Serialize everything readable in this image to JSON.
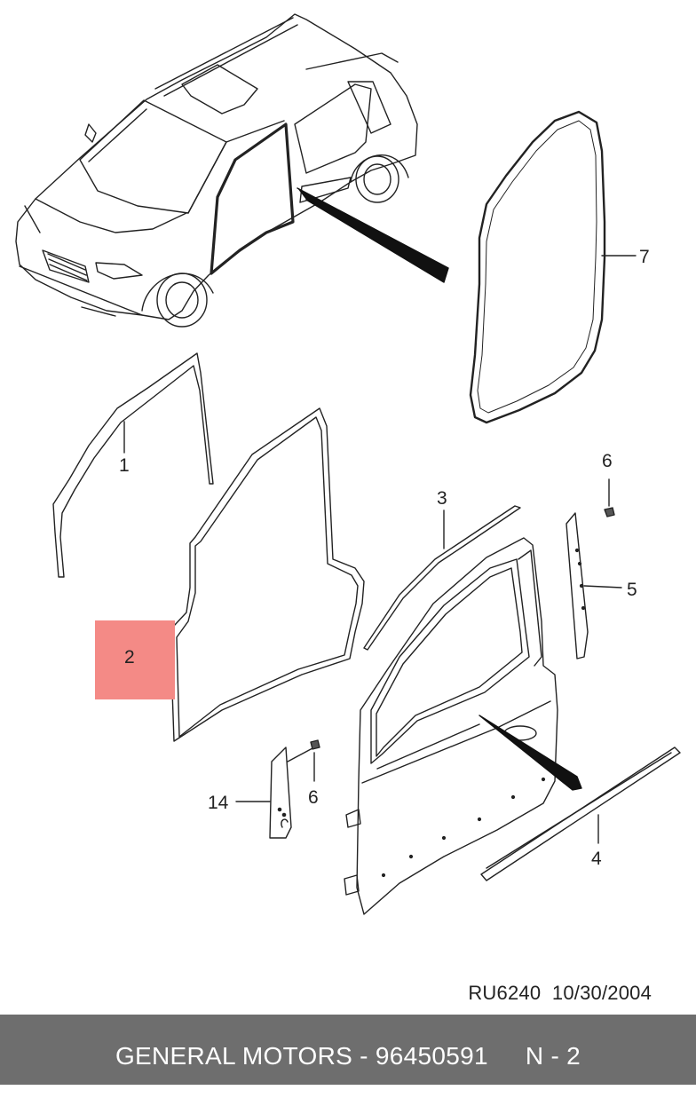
{
  "labels": {
    "p1": "1",
    "p2": "2",
    "p3": "3",
    "p4": "4",
    "p5": "5",
    "p6a": "6",
    "p6b": "6",
    "p7": "7",
    "p14": "14"
  },
  "highlight_color": "#f48a86",
  "reference": {
    "code": "RU6240",
    "date": "10/30/2004"
  },
  "footer": {
    "brand": "GENERAL MOTORS",
    "separator": " - ",
    "part_number": "96450591",
    "page": "N - 2"
  }
}
